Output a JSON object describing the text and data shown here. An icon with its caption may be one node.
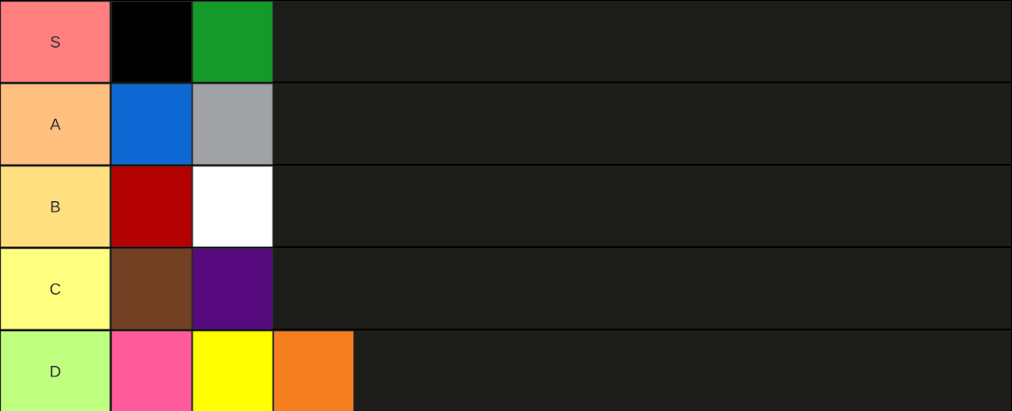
{
  "diagram": {
    "nodes": [
      {
        "text": [
          "S"
        ]
      },
      {
        "text": [],
        "shape": "box"
      },
      {
        "text": [],
        "shape": "box"
      },
      {
        "text": [
          "A"
        ]
      },
      {
        "text": [],
        "shape": "box"
      },
      {
        "text": [],
        "shape": "box"
      },
      {
        "text": [
          "B"
        ]
      },
      {
        "text": [],
        "shape": "box"
      },
      {
        "text": [],
        "shape": "box"
      },
      {
        "text": [
          "C"
        ]
      },
      {
        "text": [],
        "shape": "box"
      },
      {
        "text": [],
        "shape": "box"
      },
      {
        "text": [
          "D"
        ]
      },
      {
        "text": [],
        "shape": "box"
      },
      {
        "text": [],
        "shape": "box"
      },
      {
        "text": [],
        "shape": "box"
      }
    ]
  }
}
